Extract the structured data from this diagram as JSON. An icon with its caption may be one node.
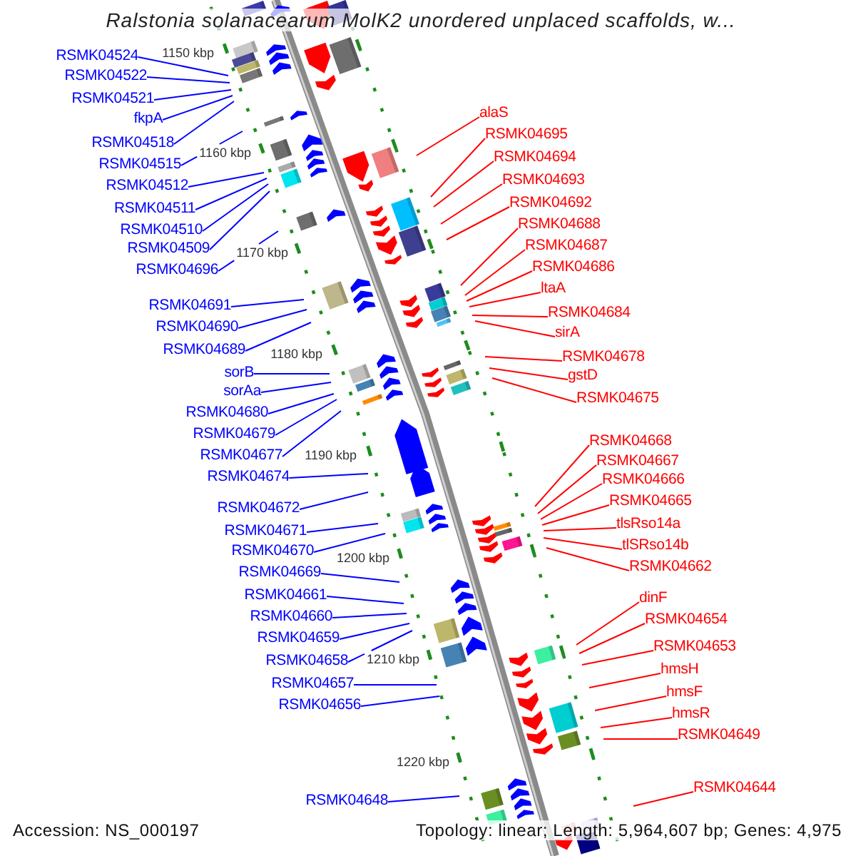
{
  "diagram": {
    "title": "Ralstonia solanacearum MolK2 unordered unplaced scaffolds, w...",
    "nodes": [
      {
        "text": [
          "RSMK04524"
        ]
      },
      {
        "text": [
          "RSMK04522"
        ]
      },
      {
        "text": [
          "RSMK04521"
        ]
      },
      {
        "text": [
          "fkpA"
        ]
      },
      {
        "text": [
          "RSMK04518"
        ]
      },
      {
        "text": [
          "RSMK04515"
        ]
      },
      {
        "text": [
          "RSMK04512"
        ]
      },
      {
        "text": [
          "RSMK04511"
        ]
      },
      {
        "text": [
          "RSMK04510"
        ]
      },
      {
        "text": [
          "RSMK04509"
        ]
      },
      {
        "text": [
          "RSMK04696"
        ]
      },
      {
        "text": [
          "RSMK04691"
        ]
      },
      {
        "text": [
          "RSMK04690"
        ]
      },
      {
        "text": [
          "RSMK04689"
        ]
      },
      {
        "text": [
          "sorB"
        ]
      },
      {
        "text": [
          "sorAa"
        ]
      },
      {
        "text": [
          "RSMK04680"
        ]
      },
      {
        "text": [
          "RSMK04679"
        ]
      },
      {
        "text": [
          "RSMK04677"
        ]
      },
      {
        "text": [
          "RSMK04674"
        ]
      },
      {
        "text": [
          "RSMK04672"
        ]
      },
      {
        "text": [
          "RSMK04671"
        ]
      },
      {
        "text": [
          "RSMK04670"
        ]
      },
      {
        "text": [
          "RSMK04669"
        ]
      },
      {
        "text": [
          "RSMK04661"
        ]
      },
      {
        "text": [
          "RSMK04660"
        ]
      },
      {
        "text": [
          "RSMK04659"
        ]
      },
      {
        "text": [
          "RSMK04658"
        ]
      },
      {
        "text": [
          "RSMK04657"
        ]
      },
      {
        "text": [
          "RSMK04656"
        ]
      },
      {
        "text": [
          "RSMK04648"
        ]
      },
      {
        "text": [
          "alaS"
        ]
      },
      {
        "text": [
          "RSMK04695"
        ]
      },
      {
        "text": [
          "RSMK04694"
        ]
      },
      {
        "text": [
          "RSMK04693"
        ]
      },
      {
        "text": [
          "RSMK04692"
        ]
      },
      {
        "text": [
          "RSMK04688"
        ]
      },
      {
        "text": [
          "RSMK04687"
        ]
      },
      {
        "text": [
          "RSMK04686"
        ]
      },
      {
        "text": [
          "ltaA"
        ]
      },
      {
        "text": [
          "RSMK04684"
        ]
      },
      {
        "text": [
          "sirA"
        ]
      },
      {
        "text": [
          "RSMK04678"
        ]
      },
      {
        "text": [
          "gstD"
        ]
      },
      {
        "text": [
          "RSMK04675"
        ]
      },
      {
        "text": [
          "RSMK04668"
        ]
      },
      {
        "text": [
          "RSMK04667"
        ]
      },
      {
        "text": [
          "RSMK04666"
        ]
      },
      {
        "text": [
          "RSMK04665"
        ]
      },
      {
        "text": [
          "tlsRso14a"
        ]
      },
      {
        "text": [
          "tlSRso14b"
        ]
      },
      {
        "text": [
          "RSMK04662"
        ]
      },
      {
        "text": [
          "dinF"
        ]
      },
      {
        "text": [
          "RSMK04654"
        ]
      },
      {
        "text": [
          "RSMK04653"
        ]
      },
      {
        "text": [
          "hmsH"
        ]
      },
      {
        "text": [
          "hmsF"
        ]
      },
      {
        "text": [
          "hmsR"
        ]
      },
      {
        "text": [
          "RSMK04649"
        ]
      },
      {
        "text": [
          "RSMK04644"
        ]
      }
    ],
    "edges": [
      {
        "from": 0,
        "to": null,
        "arrow": "none"
      },
      {
        "from": 1,
        "to": null,
        "arrow": "none"
      },
      {
        "from": 2,
        "to": null,
        "arrow": "none"
      },
      {
        "from": 3,
        "to": null,
        "arrow": "none"
      },
      {
        "from": 4,
        "to": null,
        "arrow": "none"
      },
      {
        "from": 5,
        "to": null,
        "arrow": "none"
      },
      {
        "from": 6,
        "to": null,
        "arrow": "none"
      },
      {
        "from": 7,
        "to": null,
        "arrow": "none"
      },
      {
        "from": 8,
        "to": null,
        "arrow": "none"
      },
      {
        "from": 9,
        "to": null,
        "arrow": "none"
      },
      {
        "from": 10,
        "to": null,
        "arrow": "none"
      },
      {
        "from": 11,
        "to": null,
        "arrow": "none"
      },
      {
        "from": 12,
        "to": null,
        "arrow": "none"
      },
      {
        "from": 13,
        "to": null,
        "arrow": "none"
      },
      {
        "from": 14,
        "to": null,
        "arrow": "none"
      },
      {
        "from": 15,
        "to": null,
        "arrow": "none"
      },
      {
        "from": 16,
        "to": null,
        "arrow": "none"
      },
      {
        "from": 17,
        "to": null,
        "arrow": "none"
      },
      {
        "from": 18,
        "to": null,
        "arrow": "none"
      },
      {
        "from": 19,
        "to": null,
        "arrow": "none"
      },
      {
        "from": 20,
        "to": null,
        "arrow": "none"
      },
      {
        "from": 21,
        "to": null,
        "arrow": "none"
      },
      {
        "from": 22,
        "to": null,
        "arrow": "none"
      },
      {
        "from": 23,
        "to": null,
        "arrow": "none"
      },
      {
        "from": 24,
        "to": null,
        "arrow": "none"
      },
      {
        "from": 25,
        "to": null,
        "arrow": "none"
      },
      {
        "from": 26,
        "to": null,
        "arrow": "none"
      },
      {
        "from": 27,
        "to": null,
        "arrow": "none"
      },
      {
        "from": 28,
        "to": null,
        "arrow": "none"
      },
      {
        "from": 29,
        "to": null,
        "arrow": "none"
      },
      {
        "from": 30,
        "to": null,
        "arrow": "none"
      },
      {
        "from": 31,
        "to": null,
        "arrow": "none",
        "color": "#ff0000"
      },
      {
        "from": 32,
        "to": null,
        "arrow": "none",
        "color": "#ff0000"
      },
      {
        "from": 33,
        "to": null,
        "arrow": "none",
        "color": "#ff0000"
      },
      {
        "from": 34,
        "to": null,
        "arrow": "none",
        "color": "#ff0000"
      },
      {
        "from": 35,
        "to": null,
        "arrow": "none",
        "color": "#ff0000"
      },
      {
        "from": 36,
        "to": null,
        "arrow": "none",
        "color": "#ff0000"
      },
      {
        "from": 37,
        "to": null,
        "arrow": "none",
        "color": "#ff0000"
      },
      {
        "from": 38,
        "to": null,
        "arrow": "none",
        "color": "#ff0000"
      },
      {
        "from": 39,
        "to": null,
        "arrow": "none",
        "color": "#ff0000"
      },
      {
        "from": 40,
        "to": null,
        "arrow": "none",
        "color": "#ff0000"
      },
      {
        "from": 41,
        "to": null,
        "arrow": "none",
        "color": "#ff0000"
      },
      {
        "from": 42,
        "to": null,
        "arrow": "none",
        "color": "#ff0000"
      },
      {
        "from": 43,
        "to": null,
        "arrow": "none",
        "color": "#ff0000"
      },
      {
        "from": 44,
        "to": null,
        "arrow": "none",
        "color": "#ff0000"
      },
      {
        "from": 45,
        "to": null,
        "arrow": "none",
        "color": "#ff0000"
      },
      {
        "from": 46,
        "to": null,
        "arrow": "none",
        "color": "#ff0000"
      },
      {
        "from": 47,
        "to": null,
        "arrow": "none",
        "color": "#ff0000"
      },
      {
        "from": 48,
        "to": null,
        "arrow": "none",
        "color": "#ff0000"
      },
      {
        "from": 49,
        "to": null,
        "arrow": "none",
        "color": "#ff0000"
      },
      {
        "from": 50,
        "to": null,
        "arrow": "none",
        "color": "#ff0000"
      },
      {
        "from": 51,
        "to": null,
        "arrow": "none",
        "color": "#ff0000"
      },
      {
        "from": 52,
        "to": null,
        "arrow": "none",
        "color": "#ff0000"
      },
      {
        "from": 53,
        "to": null,
        "arrow": "none",
        "color": "#ff0000"
      },
      {
        "from": 54,
        "to": null,
        "arrow": "none",
        "color": "#ff0000"
      },
      {
        "from": 55,
        "to": null,
        "arrow": "none",
        "color": "#ff0000"
      },
      {
        "from": 56,
        "to": null,
        "arrow": "none",
        "color": "#ff0000"
      },
      {
        "from": 57,
        "to": null,
        "arrow": "none",
        "color": "#ff0000"
      },
      {
        "from": 58,
        "to": null,
        "arrow": "none",
        "color": "#ff0000"
      },
      {
        "from": 59,
        "to": null,
        "arrow": "none",
        "color": "#ff0000"
      }
    ],
    "labels": [
      "1150 kbp",
      "1160 kbp",
      "1170 kbp",
      "1180 kbp",
      "1190 kbp",
      "1200 kbp",
      "1210 kbp",
      "1220 kbp",
      "Accession: NS_000197",
      "Topology: linear; Length: 5,964,607 bp; Genes: 4,975"
    ]
  }
}
